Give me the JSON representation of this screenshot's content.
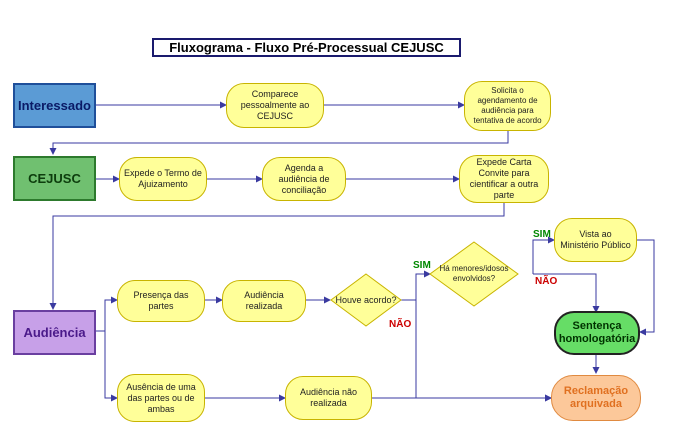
{
  "title": "Fluxograma - Fluxo Pré-Processual CEJUSC",
  "actors": {
    "interessado": "Interessado",
    "cejusc": "CEJUSC",
    "audiencia": "Audiência"
  },
  "nodes": {
    "comparece": "Comparece pessoalmente ao CEJUSC",
    "solicita": "Solicita o agendamento de audiência para tentativa de acordo",
    "expede_termo": "Expede o Termo de Ajuizamento",
    "agenda": "Agenda a audiência de conciliação",
    "expede_carta": "Expede Carta Convite para cientificar a outra parte",
    "presenca": "Presença das partes",
    "audiencia_realizada": "Audiência realizada",
    "houve_acordo": "Houve acordo?",
    "menores": "Há menores/idosos envolvidos?",
    "vista_mp": "Vista ao Ministério Público",
    "sentenca": "Sentença homologatória",
    "ausencia": "Ausência de uma das partes ou de ambas",
    "audiencia_nao_realizada": "Audiência não realizada",
    "reclamacao": "Reclamação arquivada"
  },
  "labels": {
    "sim_1": "SIM",
    "sim_2": "SIM",
    "nao_1": "NÃO",
    "nao_2": "NÃO"
  },
  "colors": {
    "interessado": "#5b9bd5",
    "cejusc": "#70c070",
    "audiencia": "#c7a0e8",
    "oval_fill": "#ffff99",
    "sentenca_fill": "#66dd66",
    "reclamacao_fill": "#fcc89a",
    "line": "#3a3aa0",
    "sim": "#008800",
    "nao": "#cc0000"
  }
}
